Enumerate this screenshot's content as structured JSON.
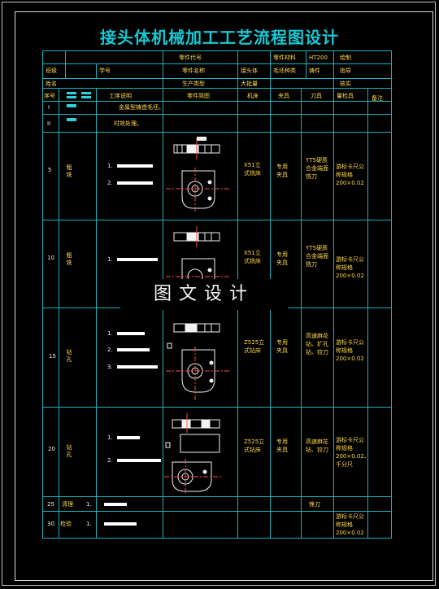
{
  "title": "接头体机械加工工艺流程图设计",
  "header": {
    "part_code_label": "零件代号",
    "material_label": "零件材料",
    "material_value": "HT200",
    "drawn_label": "绘制",
    "class_label": "班级",
    "student_no_label": "学号",
    "part_name_label": "零件名称",
    "part_name_value": "接头体",
    "blank_type_label": "毛坯种类",
    "blank_type_value": "铸件",
    "mentor_label": "指导",
    "name_label": "姓名",
    "production_type_label": "生产类型",
    "production_type_value": "大批量",
    "review_label": "核实"
  },
  "columns": [
    "序号",
    "工序说明",
    "零件简图",
    "机床",
    "夹具",
    "刀具",
    "量检具",
    "备注"
  ],
  "rows": [
    {
      "no": "I",
      "desc": "金属型铸造毛坯。"
    },
    {
      "no": "II",
      "desc": "时效处理。"
    },
    {
      "no": "5",
      "op": "粗铣",
      "steps": [
        "1.",
        "2."
      ],
      "machine": "X51立式铣床",
      "fixture": "专用夹具",
      "tool": "YT5硬质合金端面铣刀",
      "gauge": "游标卡尺公称规格200×0.02"
    },
    {
      "no": "10",
      "op": "粗铣",
      "steps": [
        "1."
      ],
      "machine": "X51立式铣床",
      "fixture": "专用夹具",
      "tool": "YT5硬质合金端面铣刀",
      "gauge": "游标卡尺公称规格200×0.02"
    },
    {
      "no": "15",
      "op": "钻孔",
      "steps": [
        "1.",
        "2.",
        "3."
      ],
      "machine": "Z525立式钻床",
      "fixture": "专用夹具",
      "tool": "高速麻花钻、扩孔钻、铰刀",
      "gauge": "游标卡尺公称规格200×0.02"
    },
    {
      "no": "20",
      "op": "钻孔",
      "steps": [
        "1.",
        "2."
      ],
      "machine": "Z525立式钻床",
      "fixture": "专用夹具",
      "tool": "高速麻花钻、铰刀",
      "gauge": "游标卡尺公称规格200×0.02、千分尺"
    },
    {
      "no": "25",
      "op": "清理",
      "steps": [
        "1."
      ],
      "tool": "锉刀"
    },
    {
      "no": "30",
      "op": "检验",
      "steps": [
        "1."
      ],
      "gauge": "游标卡尺公称规格200×0.02"
    }
  ],
  "watermark": "图文设计"
}
